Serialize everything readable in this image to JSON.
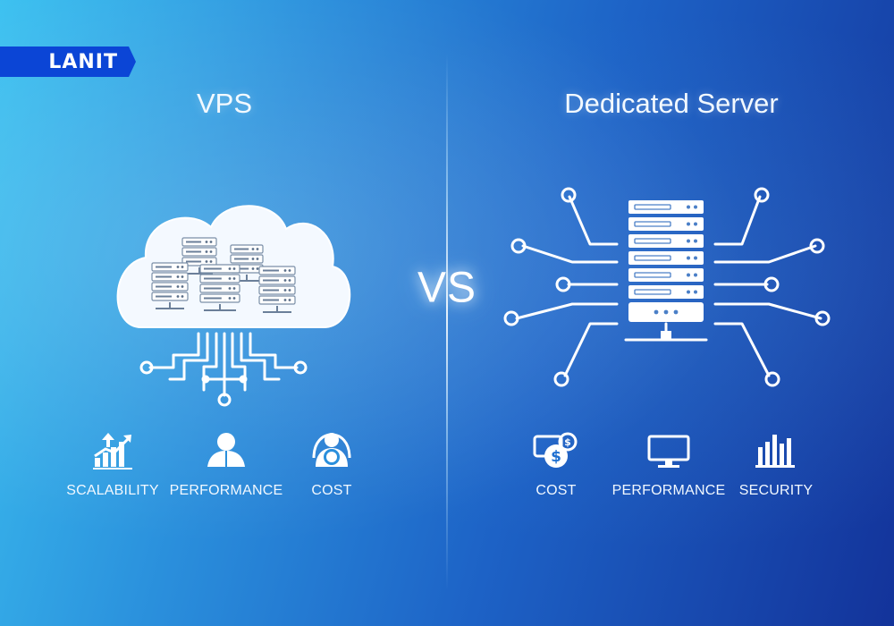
{
  "logo": {
    "text": "LANIT"
  },
  "left": {
    "title": "VPS",
    "features": [
      {
        "label": "SCALABILITY",
        "icon": "scalability-chart-icon"
      },
      {
        "label": "PERFORMANCE",
        "icon": "users-icon"
      },
      {
        "label": "COST",
        "icon": "user-support-icon"
      }
    ]
  },
  "vs": "VS",
  "right": {
    "title": "Dedicated Server",
    "features": [
      {
        "label": "COST",
        "icon": "dollar-coins-icon"
      },
      {
        "label": "PERFORMANCE",
        "icon": "monitor-icon"
      },
      {
        "label": "SECURITY",
        "icon": "bar-chart-icon"
      }
    ]
  },
  "colors": {
    "accent": "#0b45d6",
    "line": "#ffffff"
  }
}
